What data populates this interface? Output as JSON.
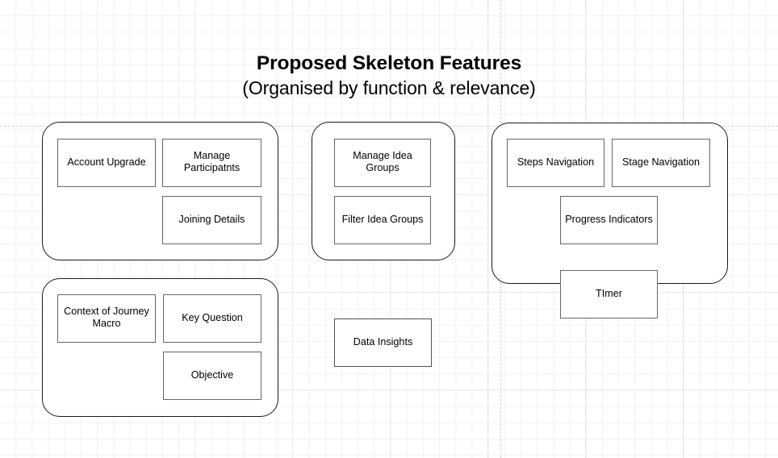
{
  "title": {
    "main": "Proposed Skeleton Features",
    "subtitle": "(Organised by function & relevance)"
  },
  "colors": {
    "canvas_background": "#ffffff",
    "grid_minor": "#f2f2f2",
    "grid_major": "#e3e3e3",
    "guide_line": "#cfcfcf",
    "group_border": "#1a1a1a",
    "node_border": "#63666a",
    "text": "#000000"
  },
  "diagram": {
    "type": "grouped-feature-boxes",
    "groups": [
      {
        "id": "group-account",
        "nodes": [
          {
            "id": "node-account-upgrade",
            "label": "Account Upgrade"
          },
          {
            "id": "node-manage-participatnts",
            "label": "Manage Participatnts"
          },
          {
            "id": "node-joining-details",
            "label": "Joining Details"
          }
        ]
      },
      {
        "id": "group-idea",
        "nodes": [
          {
            "id": "node-manage-idea-groups",
            "label": "Manage Idea Groups"
          },
          {
            "id": "node-filter-idea-groups",
            "label": "Filter Idea Groups"
          }
        ]
      },
      {
        "id": "group-navigation",
        "nodes": [
          {
            "id": "node-steps-navigation",
            "label": "Steps Navigation"
          },
          {
            "id": "node-stage-navigation",
            "label": "Stage Navigation"
          },
          {
            "id": "node-progress-indicators",
            "label": "Progress Indicators"
          },
          {
            "id": "node-timer",
            "label": "TImer"
          }
        ]
      },
      {
        "id": "group-journey",
        "nodes": [
          {
            "id": "node-context-of-journey-macro",
            "label": "Context of Journey Macro"
          },
          {
            "id": "node-key-question",
            "label": "Key Question"
          },
          {
            "id": "node-objective",
            "label": "Objective"
          }
        ]
      }
    ],
    "standalone_nodes": [
      {
        "id": "node-data-insights",
        "label": "Data Insights"
      }
    ]
  }
}
